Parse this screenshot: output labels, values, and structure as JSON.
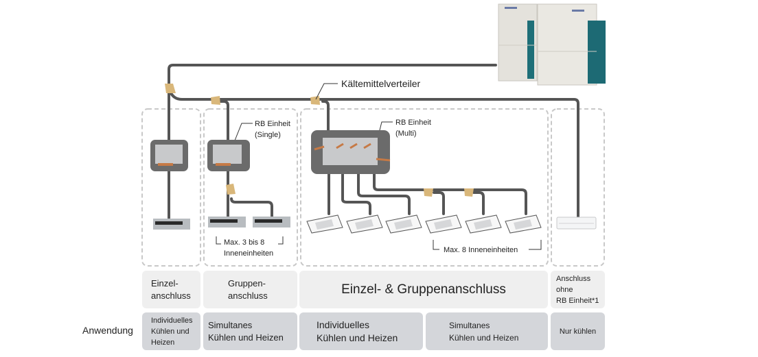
{
  "diagram": {
    "labels": {
      "distributor": "Kältemittelverteiler",
      "rb_single_line1": "RB Einheit",
      "rb_single_line2": "(Single)",
      "rb_multi_line1": "RB Einheit",
      "rb_multi_line2": "(Multi)",
      "group_max_line1": "Max. 3 bis 8",
      "group_max_line2": "Inneneinheiten",
      "multi_max": "Max. 8 Inneneinheiten"
    },
    "colors": {
      "pipe": "#555555",
      "distributor": "#d9b77a",
      "rb_box": "#6b6b6b",
      "dashed_border": "#c8c8c8",
      "category_cell": "#efefef",
      "application_cell": "#d4d6da"
    }
  },
  "table": {
    "row_label": "Anwendung",
    "connection_types": [
      {
        "line1": "Einzel-",
        "line2": "anschluss"
      },
      {
        "line1": "Gruppen-",
        "line2": "anschluss"
      },
      {
        "line1": "Einzel- & Gruppenanschluss"
      },
      {
        "line1": "Anschluss",
        "line2": "ohne",
        "line3": "RB Einheit*1"
      }
    ],
    "applications": [
      {
        "line1": "Individuelles",
        "line2": "Kühlen und",
        "line3": "Heizen"
      },
      {
        "line1": "Simultanes",
        "line2": "Kühlen und Heizen"
      },
      {
        "line1": "Individuelles",
        "line2": "Kühlen und Heizen"
      },
      {
        "line1": "Simultanes",
        "line2": "Kühlen und Heizen"
      },
      {
        "line1": "Nur kühlen"
      }
    ]
  }
}
